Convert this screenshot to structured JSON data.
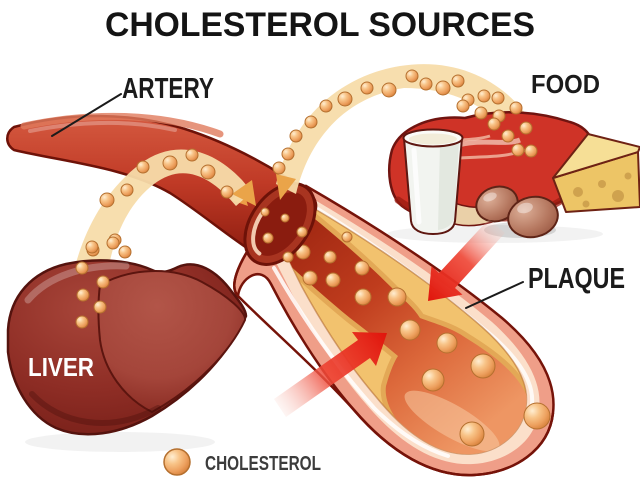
{
  "title": "CHOLESTEROL SOURCES",
  "labels": {
    "artery": "ARTERY",
    "food": "FOOD",
    "plaque": "PLAQUE",
    "liver": "LIVER"
  },
  "legend": {
    "label": "CHOLESTEROL",
    "icon": "cholesterol-ball-icon"
  },
  "colors": {
    "background": "#ffffff",
    "title_text": "#141414",
    "label_text": "#1b1b1b",
    "liver_label_text": "#ffffff",
    "legend_text": "#3c3c3c",
    "artery_red": "#c03a26",
    "artery_outline": "#6e1208",
    "liver_red": "#8e2d25",
    "liver_front_lobe": "#a4453a",
    "vessel_wall_pink": "#ef9e88",
    "vessel_inner_pink": "#fbdfca",
    "plaque_tan": "#f2c26e",
    "lumen_red": "#bf3c1d",
    "stream_tan": "#f7dcaa",
    "stream_arrow_orange": "#eaa449",
    "cholesterol_ball_orange": "#f0a55e",
    "warning_arrow_red": "#e0150c",
    "cheese_yellow": "#edc566",
    "milk_white": "#f2f4f0",
    "meat_red": "#cf3327",
    "egg_brown": "#b5775f"
  },
  "diagram": {
    "lumen_balls": [
      [
        282,
        232,
        6
      ],
      [
        303,
        252,
        7
      ],
      [
        330,
        257,
        6
      ],
      [
        310,
        278,
        7
      ],
      [
        333,
        280,
        7
      ],
      [
        362,
        268,
        7
      ],
      [
        363,
        297,
        8
      ],
      [
        397,
        297,
        9
      ],
      [
        410,
        330,
        10
      ],
      [
        447,
        343,
        10
      ],
      [
        433,
        380,
        11
      ],
      [
        483,
        366,
        12
      ],
      [
        472,
        434,
        12
      ],
      [
        537,
        416,
        13
      ]
    ],
    "mouth_balls": [
      [
        265,
        212,
        4
      ],
      [
        285,
        218,
        4
      ],
      [
        268,
        238,
        5
      ],
      [
        302,
        232,
        5
      ],
      [
        288,
        257,
        5
      ],
      [
        347,
        237,
        5
      ]
    ],
    "liver_stream_balls": [
      [
        83,
        295,
        6
      ],
      [
        103,
        282,
        6
      ],
      [
        82,
        268,
        6
      ],
      [
        93,
        250,
        6
      ],
      [
        115,
        240,
        6
      ],
      [
        125,
        252,
        6
      ],
      [
        107,
        200,
        7
      ],
      [
        127,
        190,
        6
      ],
      [
        143,
        167,
        6
      ],
      [
        170,
        163,
        7
      ],
      [
        192,
        155,
        6
      ],
      [
        208,
        172,
        7
      ],
      [
        227,
        192,
        6
      ],
      [
        92,
        247,
        6
      ],
      [
        113,
        243,
        6
      ],
      [
        100,
        307,
        6
      ],
      [
        82,
        322,
        6
      ]
    ],
    "food_stream_balls": [
      [
        288,
        154,
        6
      ],
      [
        279,
        168,
        6
      ],
      [
        296,
        136,
        6
      ],
      [
        311,
        122,
        6
      ],
      [
        326,
        106,
        6
      ],
      [
        345,
        99,
        7
      ],
      [
        367,
        88,
        6
      ],
      [
        389,
        90,
        7
      ],
      [
        412,
        76,
        6
      ],
      [
        426,
        84,
        6
      ],
      [
        443,
        88,
        7
      ],
      [
        458,
        81,
        6
      ],
      [
        468,
        100,
        6
      ],
      [
        484,
        96,
        6
      ],
      [
        498,
        98,
        6
      ],
      [
        463,
        106,
        6
      ],
      [
        481,
        113,
        6
      ],
      [
        499,
        116,
        6
      ],
      [
        516,
        108,
        6
      ],
      [
        494,
        124,
        6
      ],
      [
        508,
        136,
        6
      ],
      [
        518,
        150,
        6
      ],
      [
        526,
        128,
        6
      ],
      [
        531,
        151,
        6
      ]
    ]
  }
}
